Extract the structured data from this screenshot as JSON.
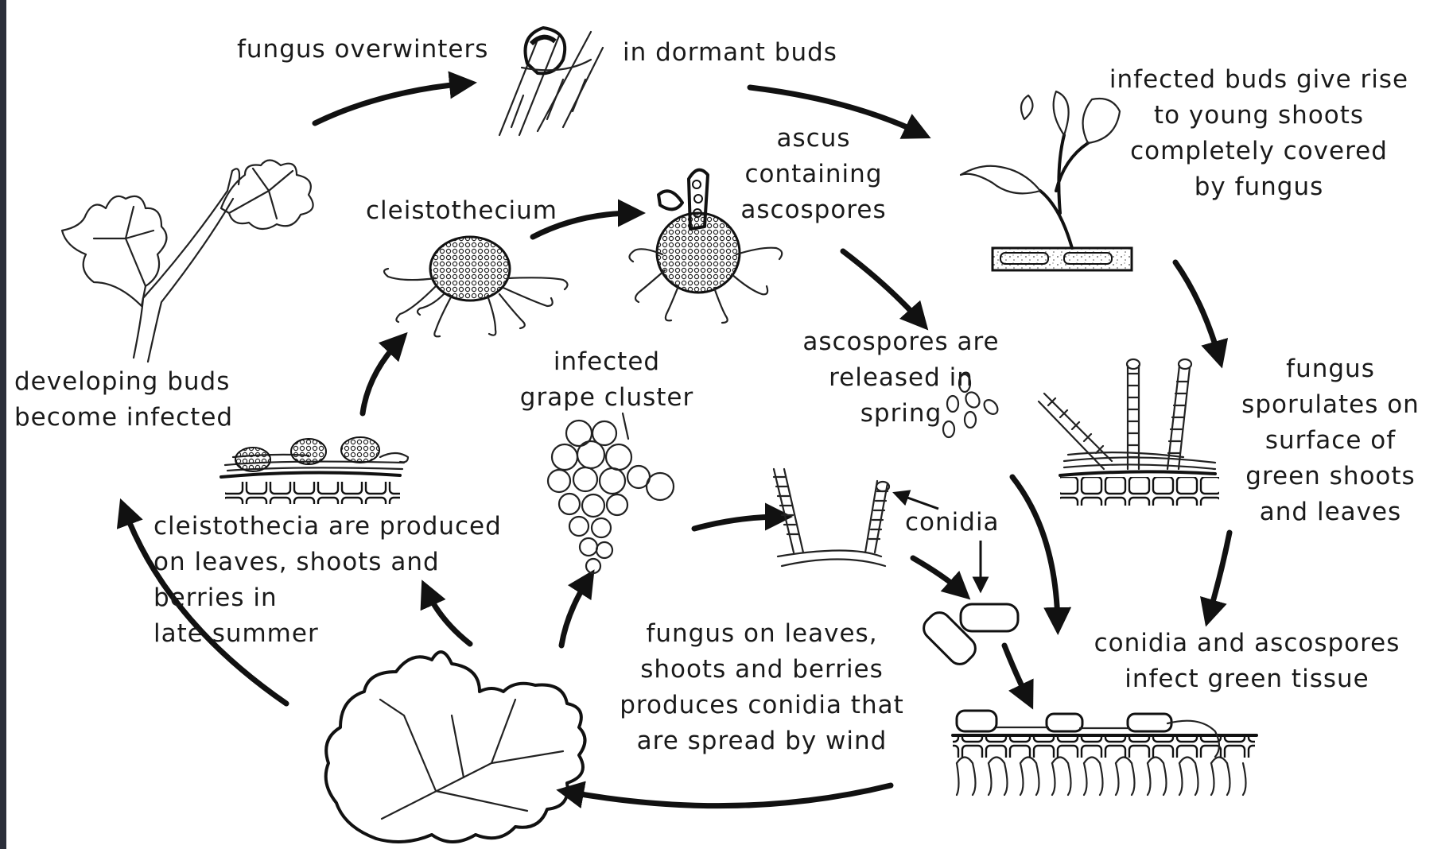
{
  "labels": {
    "overwinters_left": "fungus overwinters",
    "overwinters_right": "in dormant buds",
    "infected_buds": "infected buds give rise\nto young shoots\ncompletely covered\nby fungus",
    "ascus": "ascus\ncontaining\nascospores",
    "cleistothecium": "cleistothecium",
    "ascospores_released": "ascospores are\nreleased in\nspring",
    "infected_cluster": "infected\ngrape cluster",
    "developing_buds": "developing buds\nbecome infected",
    "sporulates": "fungus\nsporulates on\nsurface of\ngreen shoots\nand leaves",
    "conidia": "conidia",
    "cleistothecia_produced": "cleistothecia are produced\non leaves, shoots and\nberries in\nlate summer",
    "fungus_on_leaves": "fungus on leaves,\nshoots and berries\nproduces conidia that\nare spread by wind",
    "conidia_ascospores": "conidia and ascospores\ninfect green tissue"
  },
  "colors": {
    "ink": "#111111",
    "paper": "#ffffff",
    "frame": "#2b2f3a"
  }
}
